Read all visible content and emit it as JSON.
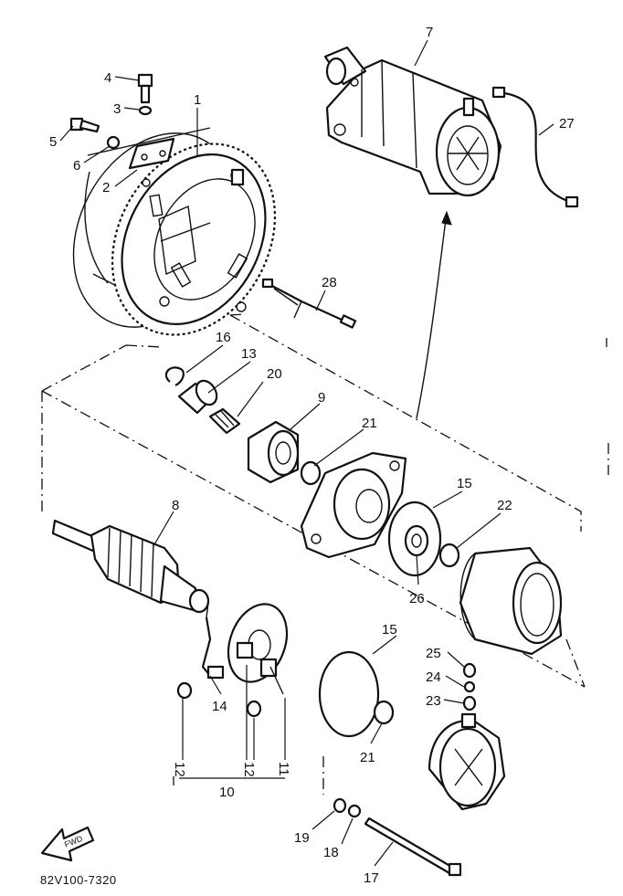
{
  "diagram": {
    "drawing_code": "82V100-7320",
    "fwd_label": "FWD",
    "callouts": [
      {
        "id": "c1",
        "text": "1"
      },
      {
        "id": "c2",
        "text": "2"
      },
      {
        "id": "c3",
        "text": "3"
      },
      {
        "id": "c4",
        "text": "4"
      },
      {
        "id": "c5",
        "text": "5"
      },
      {
        "id": "c6",
        "text": "6"
      },
      {
        "id": "c7",
        "text": "7"
      },
      {
        "id": "c8",
        "text": "8"
      },
      {
        "id": "c9",
        "text": "9"
      },
      {
        "id": "c10",
        "text": "10"
      },
      {
        "id": "c11",
        "text": "11"
      },
      {
        "id": "c12a",
        "text": "12"
      },
      {
        "id": "c12b",
        "text": "12"
      },
      {
        "id": "c13",
        "text": "13"
      },
      {
        "id": "c14",
        "text": "14"
      },
      {
        "id": "c15a",
        "text": "15"
      },
      {
        "id": "c15b",
        "text": "15"
      },
      {
        "id": "c16",
        "text": "16"
      },
      {
        "id": "c17",
        "text": "17"
      },
      {
        "id": "c18",
        "text": "18"
      },
      {
        "id": "c19",
        "text": "19"
      },
      {
        "id": "c20",
        "text": "20"
      },
      {
        "id": "c21a",
        "text": "21"
      },
      {
        "id": "c21b",
        "text": "21"
      },
      {
        "id": "c22",
        "text": "22"
      },
      {
        "id": "c23",
        "text": "23"
      },
      {
        "id": "c24",
        "text": "24"
      },
      {
        "id": "c25",
        "text": "25"
      },
      {
        "id": "c26",
        "text": "26"
      },
      {
        "id": "c27",
        "text": "27"
      },
      {
        "id": "c28",
        "text": "28"
      }
    ]
  }
}
